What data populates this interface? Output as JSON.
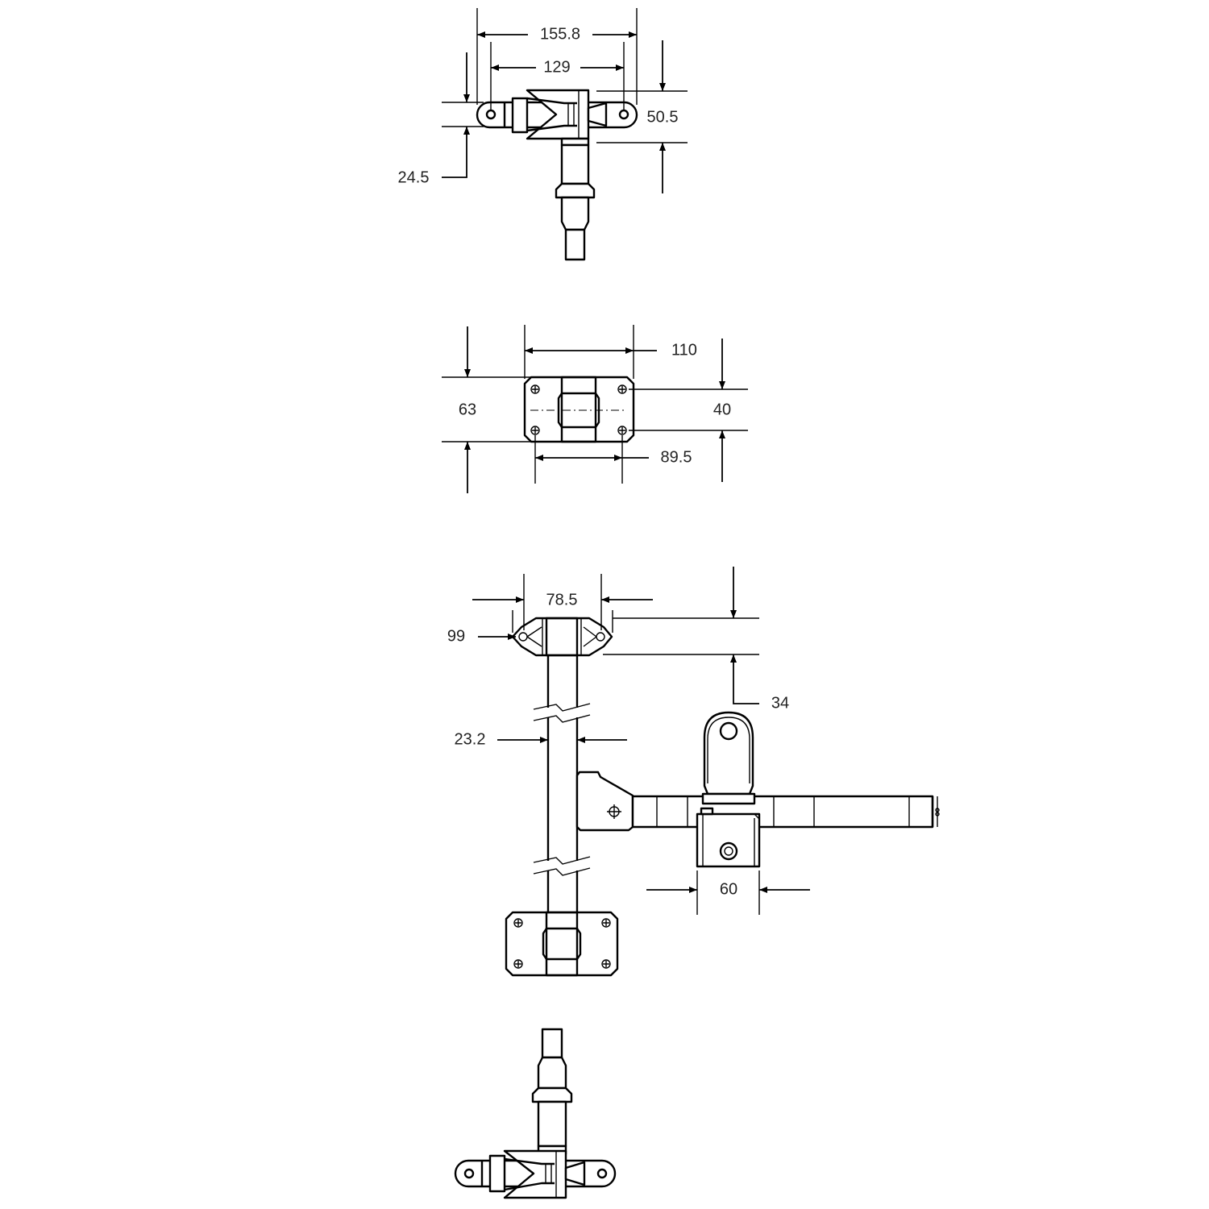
{
  "dimensions": {
    "top_view": {
      "overall_width": "155.8",
      "hole_spacing": "129",
      "height": "50.5",
      "bar_thickness": "24.5"
    },
    "plate_view": {
      "width": "110",
      "height": "63",
      "hole_vertical_spacing": "40",
      "hole_horizontal_spacing": "89.5"
    },
    "front_view": {
      "bracket_hole_spacing": "78.5",
      "bracket_width": "99",
      "bracket_height": "34",
      "tube_diameter": "23.2",
      "clamp_width": "60"
    }
  },
  "colors": {
    "line": "#000000",
    "text": "#222222",
    "background": "#ffffff"
  }
}
